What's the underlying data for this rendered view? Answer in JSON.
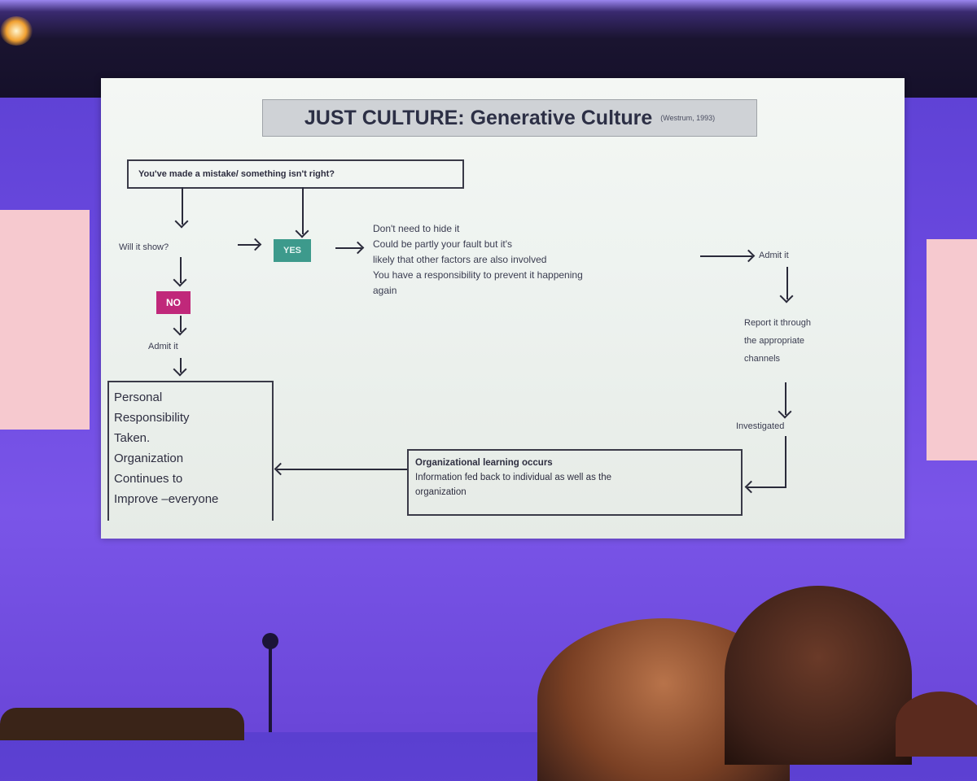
{
  "slide": {
    "title": "JUST CULTURE: Generative Culture",
    "citation": "(Westrum, 1993)",
    "question": "You've made a mistake/ something isn't right?",
    "will_it_show": "Will it show?",
    "yes_label": "YES",
    "no_label": "NO",
    "admit_it_left": "Admit it",
    "yes_explanation": [
      "Don't need to hide it",
      "Could be partly your fault but it's",
      "likely that other factors are also involved",
      "You have a responsibility to prevent it happening",
      "again"
    ],
    "admit_it_right": "Admit it",
    "report_it": [
      "Report it through",
      "the appropriate",
      "channels"
    ],
    "investigated": "Investigated",
    "org_learning_title": "Organizational learning occurs",
    "org_learning_text": [
      "Information fed back to individual as well as the",
      "organization"
    ],
    "personal_responsibility": [
      "Personal",
      "Responsibility",
      "Taken.",
      "Organization",
      "Continues to",
      "Improve –everyone"
    ]
  },
  "colors": {
    "yes_bg": "#3d9a8c",
    "no_bg": "#c0287a",
    "stage_bg": "#6b49e0",
    "side_panel": "#f6c9cf"
  }
}
